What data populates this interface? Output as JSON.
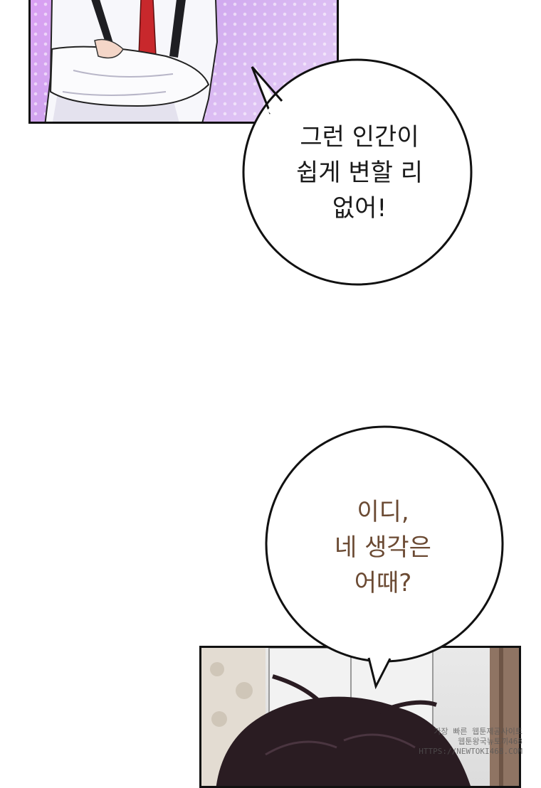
{
  "bubbles": {
    "bubble1": {
      "text": "그런 인간이\n쉽게 변할 리\n없어!",
      "color": "#1a1a1a"
    },
    "bubble2": {
      "text": "이디,\n네 생각은\n어때?",
      "color": "#6b4a33"
    }
  },
  "watermark": {
    "text": "가장 빠른 웹툰제공사이트\n웹툰왕국뉴토끼468\nHTTPS://NEWTOKI468.COM"
  },
  "colors": {
    "panel_top_bg": "#d9a0f2",
    "panel_border": "#111111",
    "bubble_fill": "#ffffff"
  }
}
